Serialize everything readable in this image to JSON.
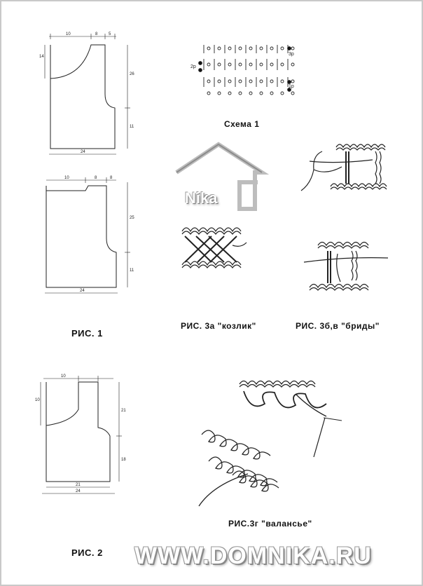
{
  "figures": {
    "fig1_label": "РИС. 1",
    "fig2_label": "РИС. 2",
    "scheme1_label": "Схема 1",
    "fig3a_label": "РИС. 3а \"козлик\"",
    "fig3bv_label": "РИС. 3б,в \"бриды\"",
    "fig3g_label": "РИС.3г \"валансье\""
  },
  "pattern1": {
    "dims": {
      "top_a": "10",
      "top_b": "8",
      "top_c": "5",
      "left": "14",
      "right_upper": "26",
      "right_lower": "11",
      "bottom": "24"
    }
  },
  "pattern2": {
    "dims": {
      "top_a": "10",
      "top_b": "8",
      "top_c": "8",
      "right_upper": "25",
      "right_lower": "11",
      "bottom": "24"
    }
  },
  "pattern3": {
    "dims": {
      "top_a": "10",
      "left": "10",
      "right_upper": "21",
      "right_lower": "18",
      "bottom_inner": "21",
      "bottom": "24"
    }
  },
  "scheme": {
    "labels": {
      "left": "2р",
      "right_top": "3р",
      "right_bottom": "1р"
    }
  },
  "logo": {
    "text": "Nika"
  },
  "footer": {
    "text": "WWW.DOMNIKA.RU"
  }
}
